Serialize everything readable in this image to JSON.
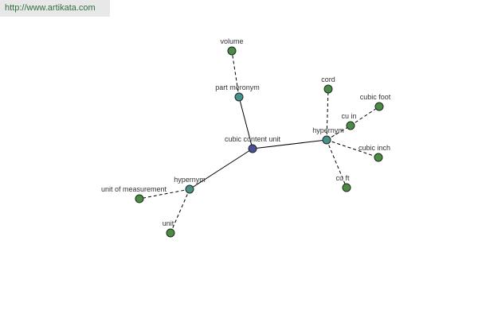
{
  "banner": {
    "text": "http://www.artikata.com"
  },
  "colors": {
    "center": "#4a4f9a",
    "relation": "#4b8f8c",
    "leaf": "#4d8a45",
    "edge": "#000000"
  },
  "graph": {
    "nodes": [
      {
        "id": "center",
        "label": "cubic content unit",
        "kind": "center"
      },
      {
        "id": "part-meronym",
        "label": "part meronym",
        "kind": "relation"
      },
      {
        "id": "volume",
        "label": "volume",
        "kind": "leaf"
      },
      {
        "id": "hypernym-right",
        "label": "hypernym",
        "kind": "relation"
      },
      {
        "id": "cord",
        "label": "cord",
        "kind": "leaf"
      },
      {
        "id": "cubic-foot",
        "label": "cubic foot",
        "kind": "leaf"
      },
      {
        "id": "cu-in",
        "label": "cu in",
        "kind": "leaf"
      },
      {
        "id": "cubic-inch",
        "label": "cubic inch",
        "kind": "leaf"
      },
      {
        "id": "cu-ft",
        "label": "cu ft",
        "kind": "leaf"
      },
      {
        "id": "hypernym-left",
        "label": "hypernym",
        "kind": "relation"
      },
      {
        "id": "unit-of-measurement",
        "label": "unit of measurement",
        "kind": "leaf"
      },
      {
        "id": "unit",
        "label": "unit",
        "kind": "leaf"
      }
    ],
    "edges": [
      {
        "from": "center",
        "to": "part-meronym",
        "style": "solid"
      },
      {
        "from": "center",
        "to": "hypernym-right",
        "style": "solid"
      },
      {
        "from": "center",
        "to": "hypernym-left",
        "style": "solid"
      },
      {
        "from": "part-meronym",
        "to": "volume",
        "style": "dashed"
      },
      {
        "from": "hypernym-right",
        "to": "cord",
        "style": "dashed"
      },
      {
        "from": "hypernym-right",
        "to": "cu-in",
        "style": "dashed"
      },
      {
        "from": "hypernym-right",
        "to": "cubic-inch",
        "style": "dashed"
      },
      {
        "from": "hypernym-right",
        "to": "cu-ft",
        "style": "dashed"
      },
      {
        "from": "cu-in",
        "to": "cubic-foot",
        "style": "dashed"
      },
      {
        "from": "hypernym-left",
        "to": "unit-of-measurement",
        "style": "dashed"
      },
      {
        "from": "hypernym-left",
        "to": "unit",
        "style": "dashed"
      }
    ]
  }
}
